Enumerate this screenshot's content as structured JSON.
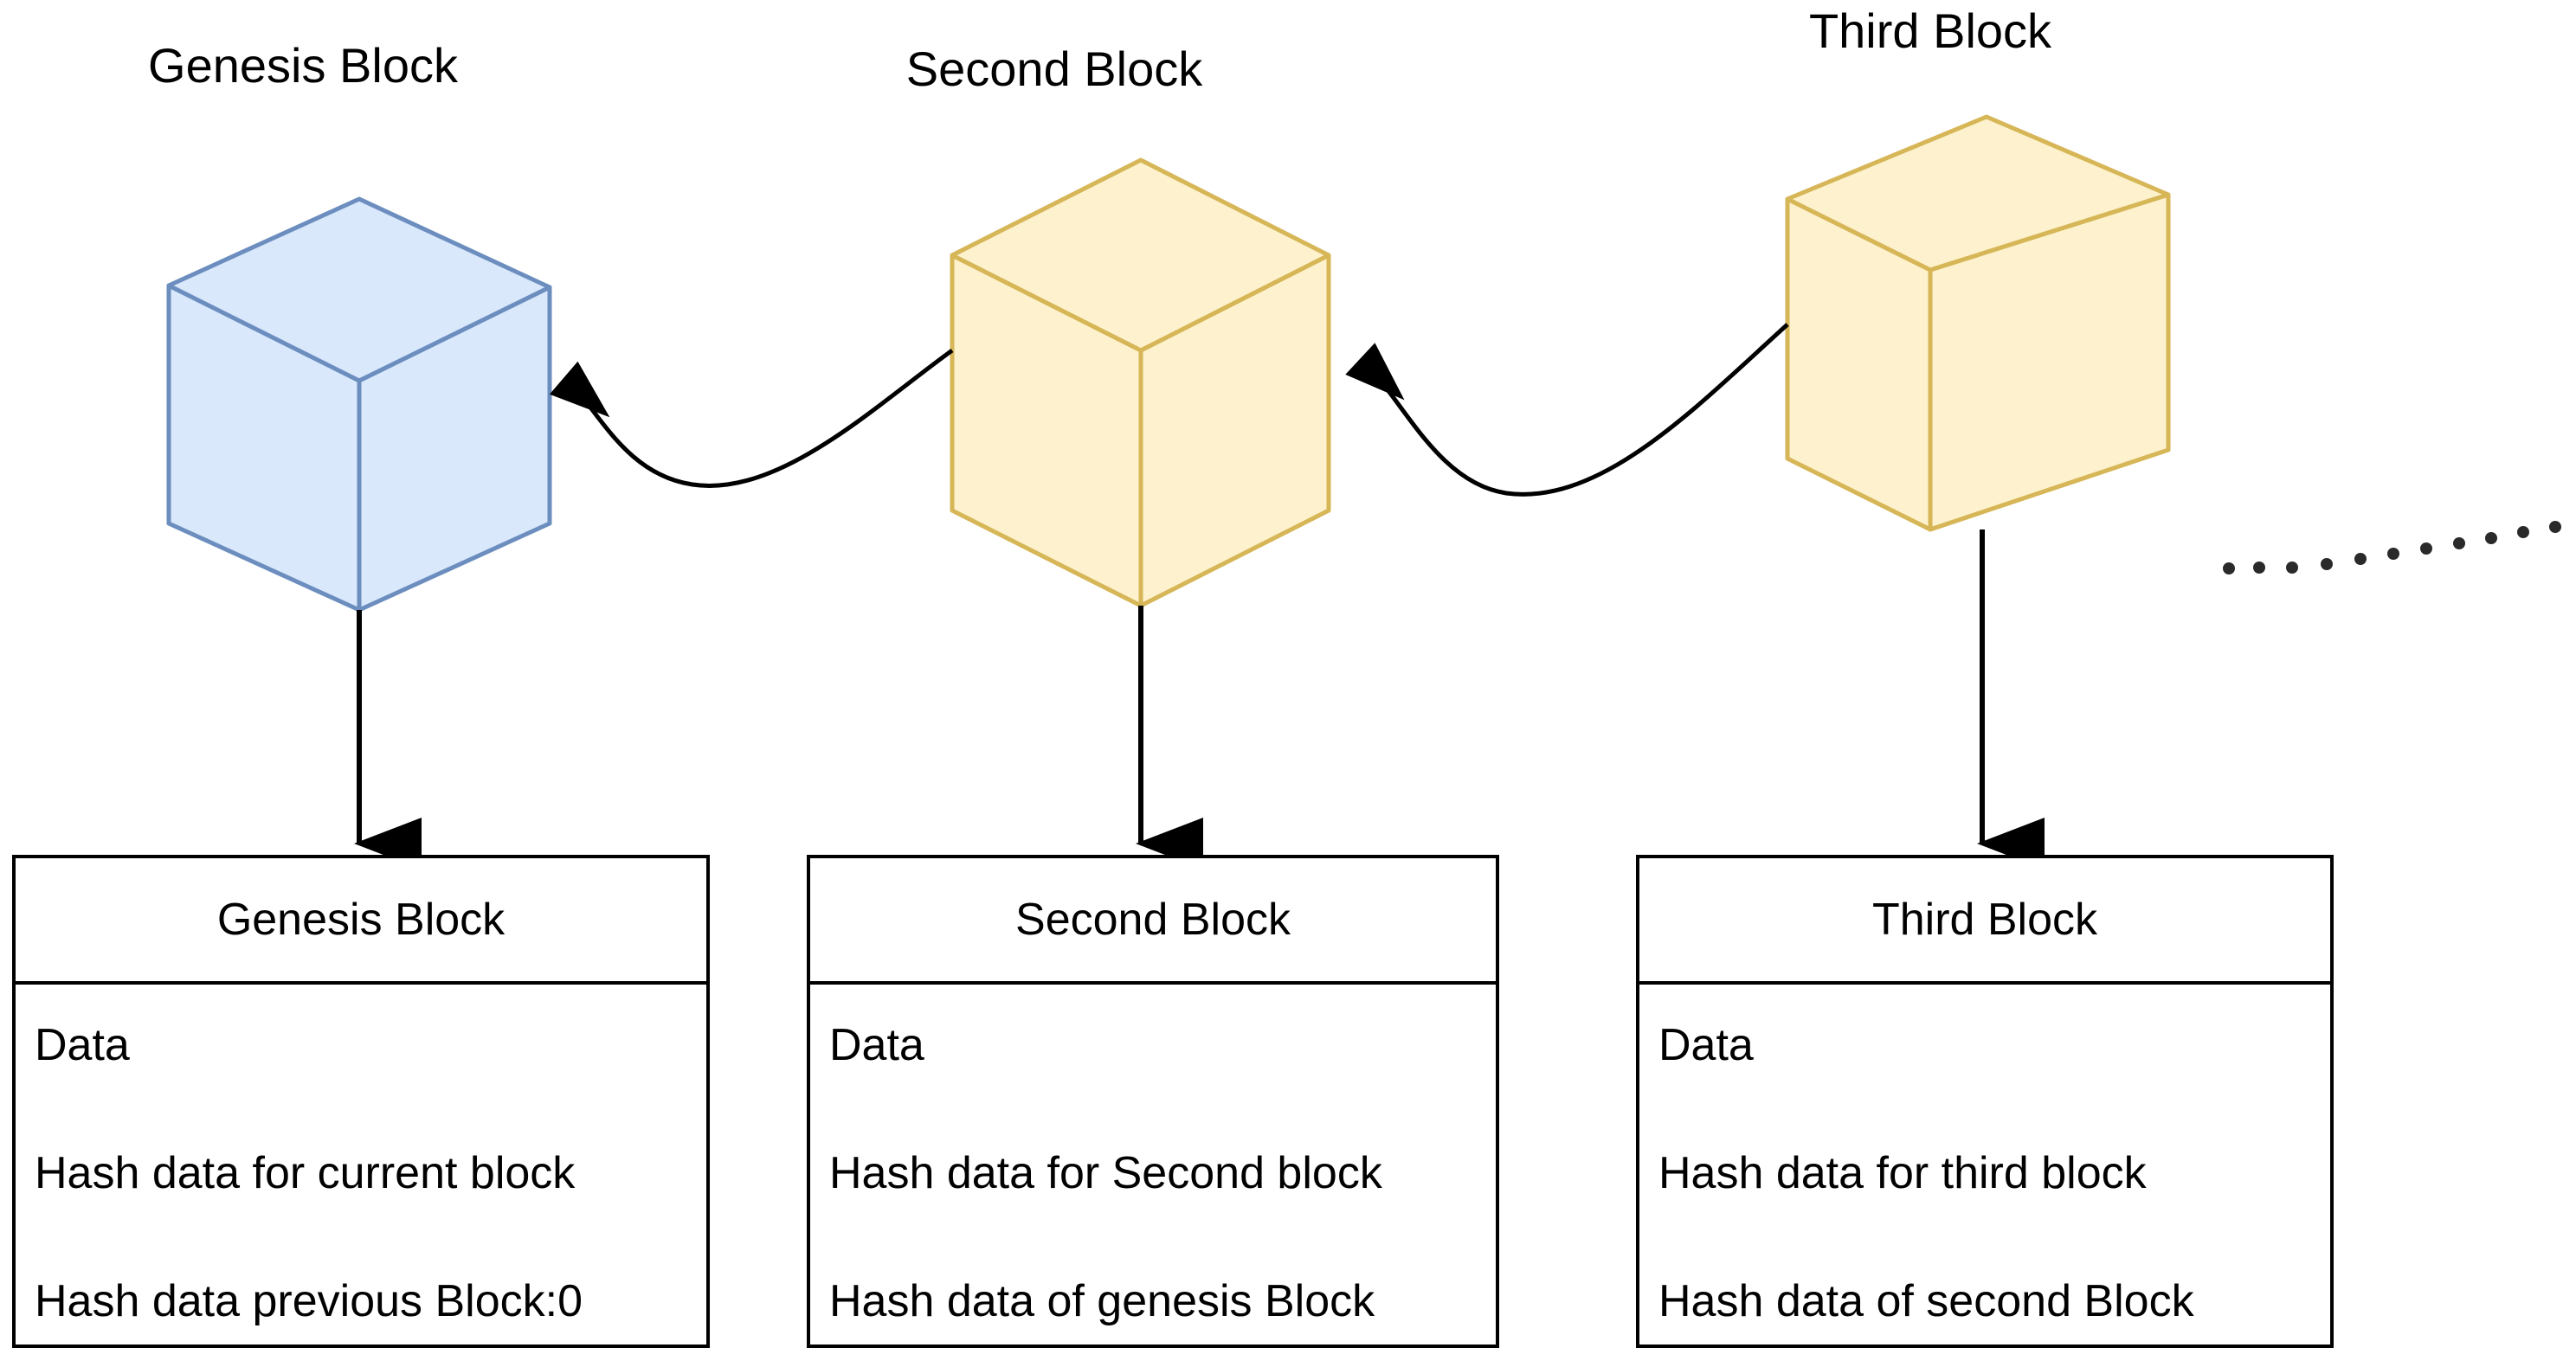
{
  "diagram": {
    "title": "Blockchain block linkage diagram",
    "background_color": "#ffffff"
  },
  "colors": {
    "genesis_cube_fill": "#dae8fc",
    "genesis_cube_stroke": "#6c8ebf",
    "genesis_cube_top_fill": "#dae8fc",
    "block_cube_fill": "#fdf2cd",
    "block_cube_stroke": "#d6b656",
    "arrow_color": "#000000",
    "table_border": "#000000",
    "text_color": "#000000"
  },
  "cubes": [
    {
      "id": "genesis",
      "label": "Genesis Block",
      "fill": "#dae8fc",
      "stroke": "#6c8ebf"
    },
    {
      "id": "second",
      "label": "Second Block",
      "fill": "#fdf2cd",
      "stroke": "#d6b656"
    },
    {
      "id": "third",
      "label": "Third Block",
      "fill": "#fdf2cd",
      "stroke": "#d6b656"
    }
  ],
  "links": [
    {
      "id": "second-to-genesis",
      "from": "second",
      "to": "genesis",
      "style": "curved-arrow",
      "direction": "left"
    },
    {
      "id": "third-to-second",
      "from": "third",
      "to": "second",
      "style": "curved-arrow",
      "direction": "left"
    },
    {
      "id": "genesis-to-table",
      "from": "genesis",
      "to": "genesis-table",
      "style": "straight-arrow",
      "direction": "down"
    },
    {
      "id": "second-to-table",
      "from": "second",
      "to": "second-table",
      "style": "straight-arrow",
      "direction": "down"
    },
    {
      "id": "third-to-table",
      "from": "third",
      "to": "third-table",
      "style": "straight-arrow",
      "direction": "down"
    },
    {
      "id": "continuation",
      "from": "third",
      "to": null,
      "style": "dotted-trail",
      "direction": "right",
      "dot_count": 11
    }
  ],
  "tables": [
    {
      "id": "genesis-table",
      "header": "Genesis Block",
      "rows": [
        "Data",
        "Hash data for current block",
        "Hash data previous Block:0"
      ]
    },
    {
      "id": "second-table",
      "header": "Second Block",
      "rows": [
        "Data",
        "Hash data for Second block",
        "Hash data of genesis Block"
      ]
    },
    {
      "id": "third-table",
      "header": "Third Block",
      "rows": [
        "Data",
        "Hash data for third block",
        "Hash data of second Block"
      ]
    }
  ]
}
